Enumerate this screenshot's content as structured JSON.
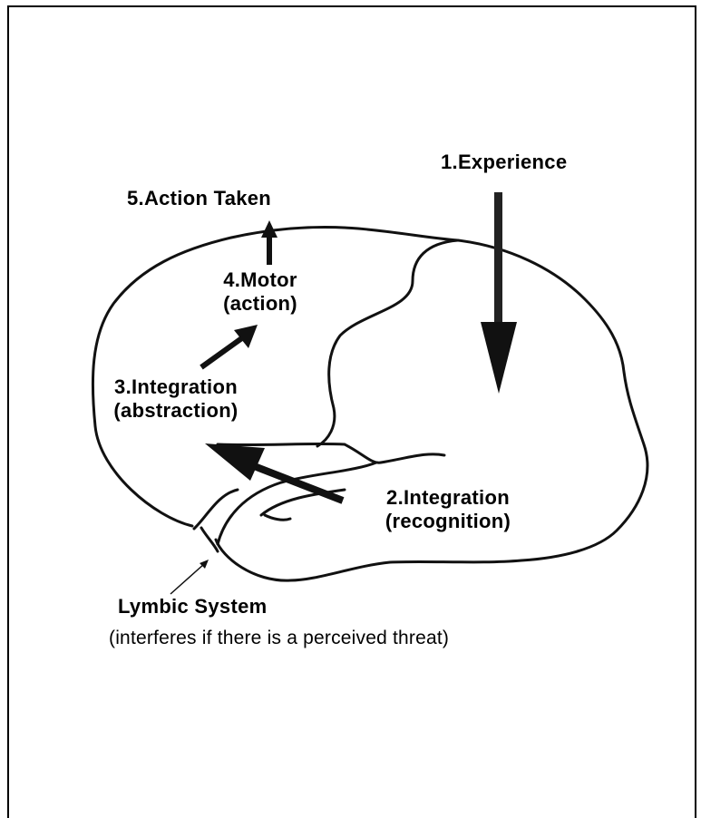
{
  "stages": {
    "experience": "1.Experience",
    "integration_recognition_1": "2.Integration",
    "integration_recognition_2": "(recognition)",
    "integration_abstraction_1": "3.Integration",
    "integration_abstraction_2": "(abstraction)",
    "motor_1": "4.Motor",
    "motor_2": "(action)",
    "action_taken": "5.Action Taken"
  },
  "lymbic": {
    "title": "Lymbic System",
    "note": "(interferes if there is a perceived threat)"
  }
}
